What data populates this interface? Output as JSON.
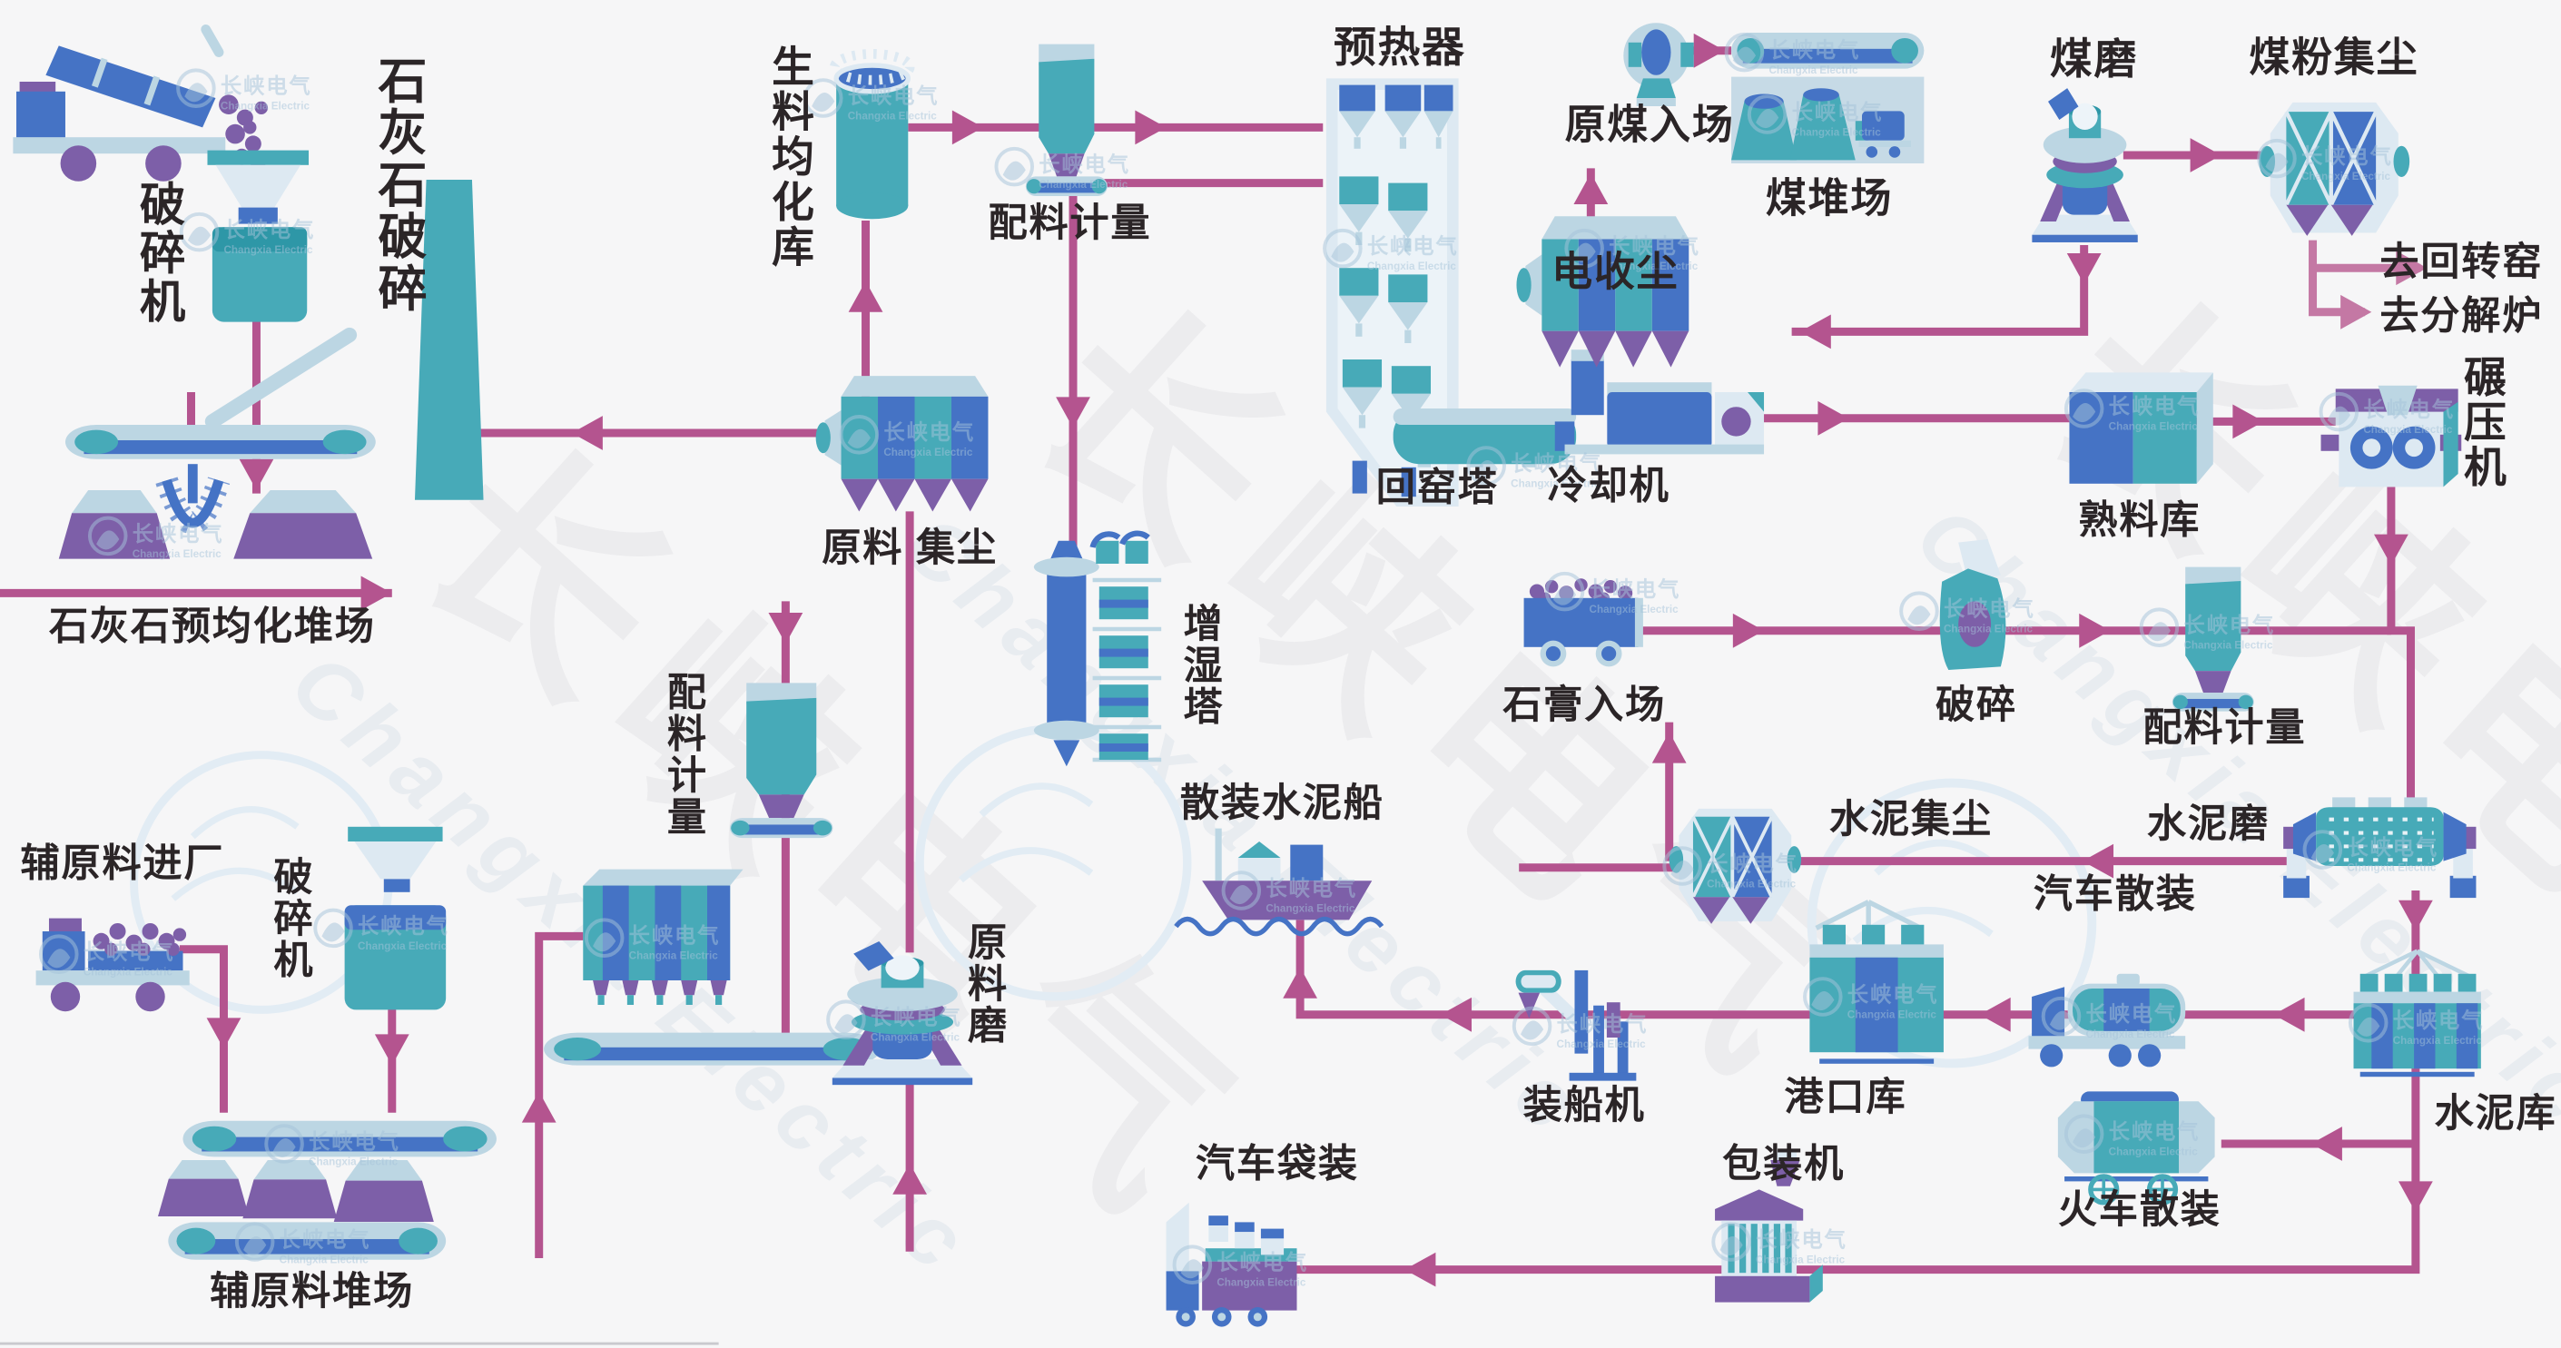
{
  "diagram_type": "cement-plant-process-flow",
  "brand_watermark": {
    "cn": "长峡电气",
    "en": "Changxia Electric"
  },
  "palette": {
    "bg": "#f6f6f7",
    "teal": "#47aab8",
    "teal_dark": "#2e97a7",
    "blue": "#4573c5",
    "light_blue": "#bcd6e3",
    "panel": "#dde9f2",
    "purple": "#7d5fa8",
    "flow_line": "#b4548f",
    "flow_line_light": "#c478a4",
    "label_text": "#2b2527",
    "watermark_blue": "#a6c4da",
    "yard_bg": "#c6dae6"
  },
  "labels": {
    "limestone_crushing": "石灰石破碎",
    "crusher1": "破碎机",
    "limestone_yard": "石灰石预均化堆场",
    "raw_meal_silo": "生料均化库",
    "batching1": "配料计量",
    "preheater": "预热器",
    "raw_coal_entry": "原煤入场",
    "coal_yard": "煤堆场",
    "coal_mill": "煤磨",
    "coal_dust_collector": "煤粉集尘",
    "to_rotary_kiln": "去回转窑",
    "to_calciner": "去分解炉",
    "esp": "电收尘",
    "kiln_tower": "回窑塔",
    "cooler": "冷却机",
    "clinker_silo": "熟料库",
    "roller_press": "碾压机",
    "raw_meal_dust": "原料 集尘",
    "humidifier_tower": "增湿塔",
    "gypsum_entry": "石膏入场",
    "gypsum_crushing": "破碎",
    "batching3": "配料计量",
    "batching2": "配料计量",
    "aux_material_entry": "辅原料进厂",
    "crusher2": "破碎机",
    "raw_mill": "原料磨",
    "bulk_cement_ship": "散装水泥船",
    "cement_dust_collector": "水泥集尘",
    "cement_mill": "水泥磨",
    "truck_bulk": "汽车散装",
    "ship_loader": "装船机",
    "port_silo": "港口库",
    "cement_silo": "水泥库",
    "aux_material_yard": "辅原料堆场",
    "truck_bag": "汽车袋装",
    "packing_machine": "包装机",
    "train_bulk": "火车散装"
  }
}
